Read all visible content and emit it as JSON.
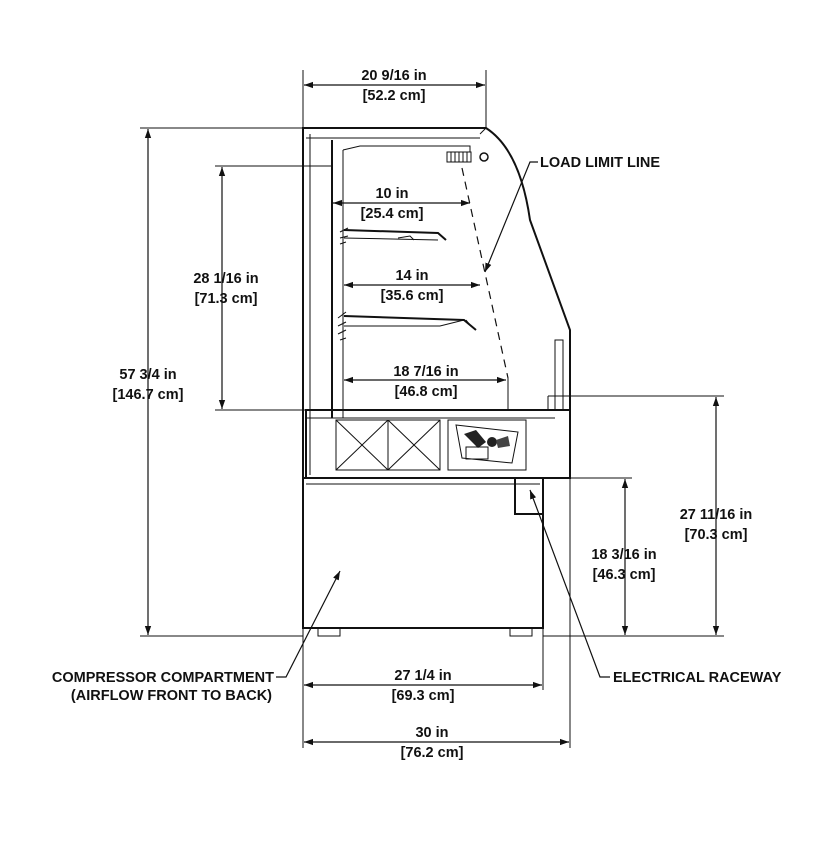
{
  "colors": {
    "line": "#111111",
    "background": "#ffffff",
    "shade": "#dddddd"
  },
  "dimensions": {
    "top_width": {
      "imperial": "20 9/16 in",
      "metric": "[52.2 cm]"
    },
    "shelf1_depth": {
      "imperial": "10 in",
      "metric": "[25.4 cm]"
    },
    "shelf2_depth": {
      "imperial": "14 in",
      "metric": "[35.6 cm]"
    },
    "deck_depth": {
      "imperial": "18 7/16 in",
      "metric": "[46.8 cm]"
    },
    "display_height": {
      "imperial": "28 1/16 in",
      "metric": "[71.3 cm]"
    },
    "overall_height": {
      "imperial": "57 3/4 in",
      "metric": "[146.7 cm]"
    },
    "deck_height": {
      "imperial": "27 11/16 in",
      "metric": "[70.3 cm]"
    },
    "compressor_height": {
      "imperial": "18 3/16 in",
      "metric": "[46.3 cm]"
    },
    "base_width": {
      "imperial": "27 1/4 in",
      "metric": "[69.3 cm]"
    },
    "overall_width": {
      "imperial": "30 in",
      "metric": "[76.2 cm]"
    }
  },
  "callouts": {
    "load_limit": "LOAD LIMIT LINE",
    "compressor_line1": "COMPRESSOR COMPARTMENT",
    "compressor_line2": "(AIRFLOW FRONT TO BACK)",
    "electrical": "ELECTRICAL RACEWAY"
  }
}
